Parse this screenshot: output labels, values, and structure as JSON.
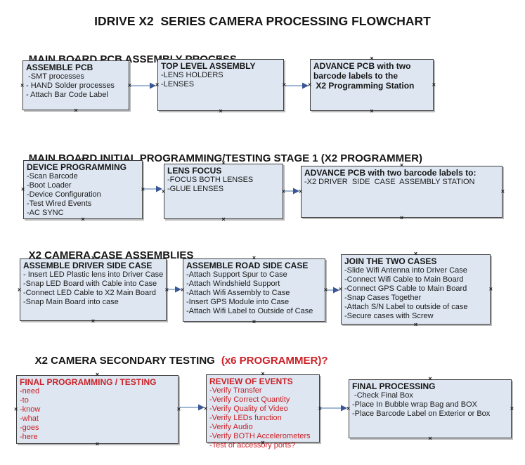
{
  "title": "IDRIVE X2  SERIES CAMERA PROCESSING FLOWCHART",
  "colors": {
    "box_fill": "#dde6f1",
    "box_border": "#3f3f3f",
    "arrow_line": "#93aed1",
    "arrow_head": "#3a5795",
    "red": "#cc2127"
  },
  "icons": {
    "connector_anchor": "×"
  },
  "sections": [
    {
      "heading": "MAIN BOARD PCB ASSEMBLY PROCESS",
      "heading_suffix": "",
      "boxes": [
        {
          "title_lines": [
            "ASSEMBLE PCB"
          ],
          "items": [
            " -SMT processes",
            "- HAND Solder processes",
            "- Attach Bar Code Label"
          ]
        },
        {
          "title_lines": [
            "TOP LEVEL ASSEMBLY"
          ],
          "items": [
            "-LENS HOLDERS",
            "-LENSES"
          ]
        },
        {
          "title_lines": [
            "ADVANCE PCB with two",
            "barcode labels to the",
            " X2 Programming Station"
          ],
          "items": []
        }
      ]
    },
    {
      "heading": "MAIN BOARD INITIAL PROGRAMMING/TESTING STAGE 1 (X2 PROGRAMMER)",
      "heading_suffix": "",
      "boxes": [
        {
          "title_lines": [
            "DEVICE PROGRAMMING"
          ],
          "items": [
            "-Scan Barcode",
            "-Boot Loader",
            "-Device Configuration",
            "-Test Wired Events",
            "-AC SYNC"
          ]
        },
        {
          "title_lines": [
            "LENS FOCUS"
          ],
          "items": [
            "-FOCUS BOTH LENSES",
            "-GLUE LENSES"
          ]
        },
        {
          "title_lines": [
            "ADVANCE PCB with two barcode labels to:"
          ],
          "items": [
            "-X2 DRIVER  SIDE  CASE  ASSEMBLY STATION"
          ]
        }
      ]
    },
    {
      "heading": "X2 CAMERA CASE ASSEMBLIES",
      "heading_suffix": "",
      "boxes": [
        {
          "title_lines": [
            "ASSEMBLE DRIVER SIDE CASE"
          ],
          "items": [
            "- Insert LED Plastic lens into Driver Case",
            "-Snap LED Board with Cable into Case",
            "-Connect LED Cable to X2 Main Board",
            "-Snap Main Board into case"
          ]
        },
        {
          "title_lines": [
            "ASSEMBLE ROAD SIDE CASE"
          ],
          "items": [
            "-Attach Support Spur to Case",
            "-Attach Windshield Support",
            "-Attach Wifi Assembly to Case",
            "-Insert GPS Module into Case",
            "-Attach Wifi Label to Outside of Case"
          ]
        },
        {
          "title_lines": [
            "JOIN THE TWO CASES"
          ],
          "items": [
            "-Slide Wifi Antenna into Driver Case",
            "-Connect Wifi Cable to Main Board",
            "-Connect GPS Cable to Main Board",
            "-Snap Cases Together",
            "-Attach S/N Label to outside of case",
            "-Secure cases with Screw"
          ]
        }
      ]
    },
    {
      "heading": "X2 CAMERA SECONDARY TESTING",
      "heading_suffix": "(x6 PROGRAMMER)?",
      "boxes": [
        {
          "title_lines": [
            "FINAL PROGRAMMING / TESTING"
          ],
          "items": [
            "-need",
            "-to",
            "-know",
            "-what",
            "-goes",
            "-here"
          ],
          "accent": "red"
        },
        {
          "title_lines": [
            "REVIEW OF EVENTS"
          ],
          "items": [
            "-Verify Transfer",
            "-Verify Correct Quantity",
            "-Verify Quality of Video",
            "-Verify LEDs function",
            "-Verify Audio",
            "-Verify BOTH Accelerometers",
            "-Test of accessory ports?"
          ],
          "accent": "red"
        },
        {
          "title_lines": [
            "FINAL PROCESSING"
          ],
          "items": [
            " -Check Final Box",
            "-Place In Bubble wrap Bag and BOX",
            "-Place Barcode Label on Exterior or Box"
          ]
        }
      ]
    }
  ]
}
